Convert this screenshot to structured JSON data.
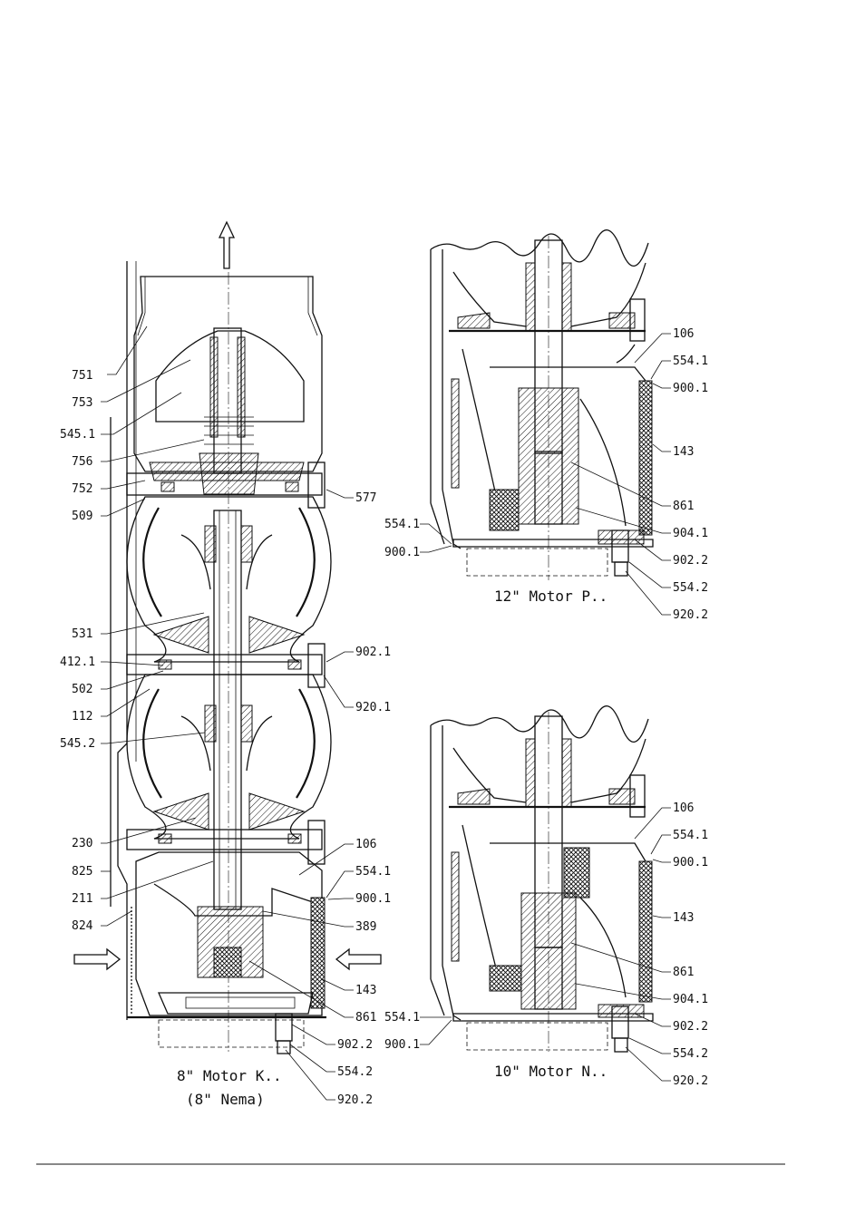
{
  "captions": {
    "motor_8_line1": "8\" Motor K..",
    "motor_8_line2": "(8\" Nema)",
    "motor_12": "12\" Motor P..",
    "motor_10": "10\" Motor N.."
  },
  "labels_8": {
    "l751": "751",
    "l753": "753",
    "l5451": "545.1",
    "l756": "756",
    "l752": "752",
    "l509": "509",
    "l531": "531",
    "l4121": "412.1",
    "l502": "502",
    "l112": "112",
    "l5452": "545.2",
    "l230": "230",
    "l825": "825",
    "l211": "211",
    "l824": "824",
    "l577": "577",
    "l9021": "902.1",
    "l9201": "920.1",
    "l106": "106",
    "l5541": "554.1",
    "l9001": "900.1",
    "l389": "389",
    "l143": "143",
    "l861": "861",
    "l9022": "902.2",
    "l5542": "554.2",
    "l9202": "920.2"
  },
  "labels_12": {
    "l106": "106",
    "l5541r": "554.1",
    "l9001r": "900.1",
    "l143": "143",
    "l861": "861",
    "l9041": "904.1",
    "l9022": "902.2",
    "l5542": "554.2",
    "l9202": "920.2",
    "l5541l": "554.1",
    "l9001l": "900.1"
  },
  "labels_10": {
    "l106": "106",
    "l5541r": "554.1",
    "l9001r": "900.1",
    "l143": "143",
    "l861": "861",
    "l9041": "904.1",
    "l9022": "902.2",
    "l5542": "554.2",
    "l9202": "920.2",
    "l5541l": "554.1",
    "l9001l": "900.1"
  }
}
